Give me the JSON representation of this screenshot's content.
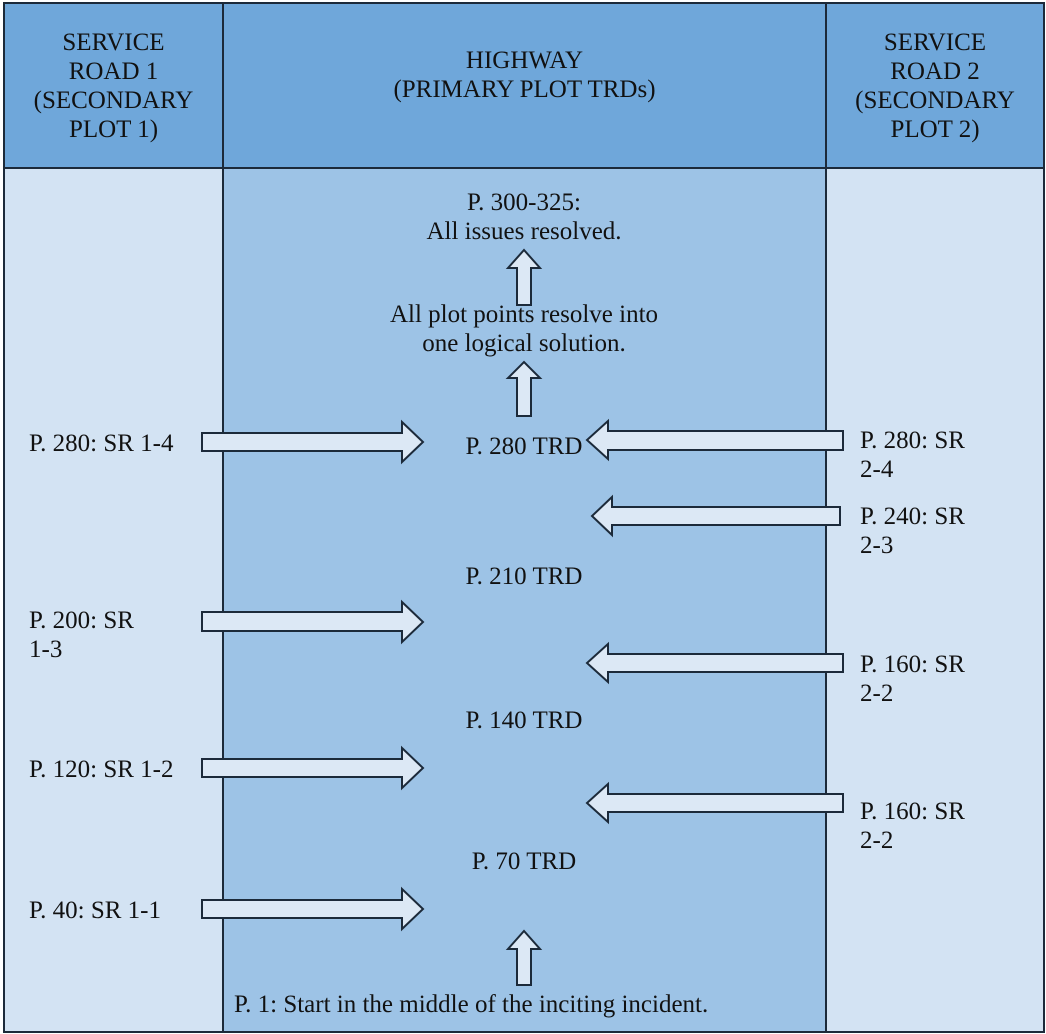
{
  "headers": {
    "left": "SERVICE\nROAD 1\n(SECONDARY\nPLOT 1)",
    "middle": "HIGHWAY\n(PRIMARY PLOT TRDs)",
    "right": "SERVICE\nROAD 2\n(SECONDARY\nPLOT 2)"
  },
  "highway": {
    "p300": "P. 300-325:\nAll issues resolved.",
    "resolve": "All plot points resolve into\none logical solution.",
    "p280": "P. 280 TRD",
    "p210": "P. 210 TRD",
    "p140": "P. 140 TRD",
    "p70": "P. 70 TRD",
    "p1": "P. 1: Start in the middle of the inciting incident."
  },
  "service_road_1": {
    "sr14": "P. 280: SR 1-4",
    "sr13": "P. 200: SR\n1-3",
    "sr12": "P. 120: SR 1-2",
    "sr11": "P. 40: SR 1-1"
  },
  "service_road_2": {
    "sr24": "P. 280: SR\n2-4",
    "sr23": "P. 240: SR\n2-3",
    "sr22a": "P. 160: SR\n2-2",
    "sr22b": "P. 160: SR\n2-2"
  },
  "colors": {
    "header": "#6fa7da",
    "highway": "#9dc3e6",
    "service_road": "#d3e3f3",
    "arrow_fill": "#dce8f5",
    "border": "#1c2a3a"
  }
}
